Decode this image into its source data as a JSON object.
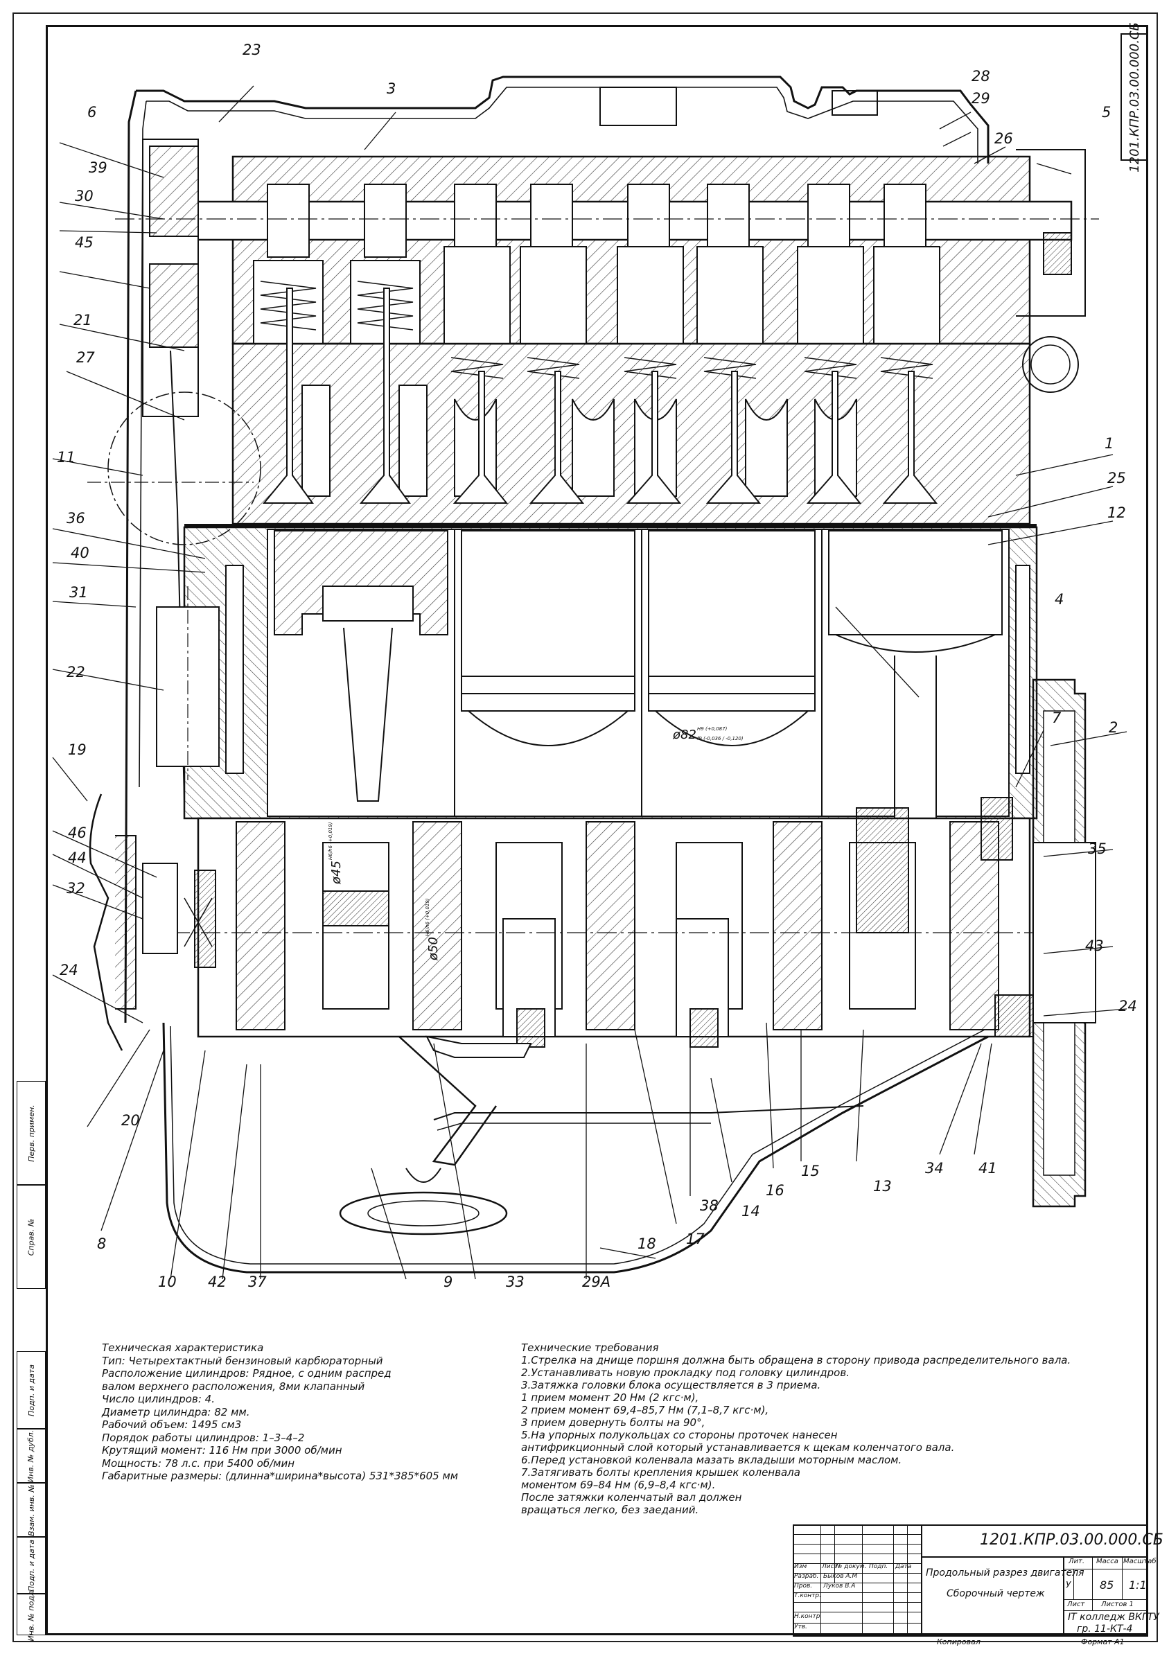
{
  "document": {
    "code": "1201.КПР.03.00.000.СБ",
    "title": "Продольный разрез двигателя",
    "doc_type": "Сборочный чертеж",
    "organization_line1": "IT колледж ВКГТУ",
    "organization_line2": "гр. 11-КТ-4",
    "mass": "85",
    "scale": "1:1",
    "sheet": "Лист",
    "sheets": "Листов  1",
    "copied": "Копировал",
    "format": "Формат  А1"
  },
  "title_block_labels": {
    "izm": "Изм",
    "list": "Лист",
    "doc_no": "№ докум.",
    "sign": "Подп.",
    "date": "Дата",
    "razrab": "Разраб.",
    "prov": "Пров.",
    "tkontr": "Т.контр.",
    "nkontr": "Н.контр.",
    "utv": "Утв.",
    "razrab_name": "Быков А.М",
    "prov_name": "Луков В.А",
    "lit": "Лит.",
    "massa": "Масса",
    "masshtab": "Масштаб",
    "u": "У"
  },
  "side_strip": {
    "perv_primen": "Перв. примен.",
    "sprav_no": "Справ. №",
    "podp_data_1": "Подп. и дата",
    "inv_dubl": "Инв. № дубл.",
    "vzam_inv": "Взам. инв. №",
    "podp_data_2": "Подп. и дата",
    "inv_podl": "Инв. № подл."
  },
  "dimensions": {
    "bore": "ø82",
    "bore_tol_upper": "H9 (+0,087)",
    "bore_tol_lower": "f9 (-0,036 / -0,120)",
    "pin": "ø45",
    "pin_tol": "H6/h6 (+0,019)",
    "journal": "ø50",
    "journal_tol": "H6/h6 (+0,019)"
  },
  "callouts": [
    "23",
    "3",
    "28",
    "29",
    "5",
    "6",
    "39",
    "30",
    "45",
    "26",
    "21",
    "27",
    "11",
    "36",
    "40",
    "31",
    "22",
    "19",
    "46",
    "44",
    "32",
    "24",
    "1",
    "25",
    "12",
    "4",
    "2",
    "7",
    "35",
    "43",
    "24",
    "20",
    "8",
    "10",
    "42",
    "37",
    "9",
    "33",
    "29А",
    "18",
    "17",
    "38",
    "14",
    "16",
    "15",
    "13",
    "34",
    "41"
  ],
  "tech_characteristics": {
    "heading": "Техническая характеристика",
    "lines": [
      "Тип: Четырехтактный бензиновый карбюраторный",
      "Расположение цилиндров: Рядное, с одним распред",
      "валом верхнего расположения, 8ми клапанный",
      "Число цилиндров: 4.",
      "Диаметр цилиндра: 82 мм.",
      "Рабочий объем: 1495 см3",
      "Порядок работы цилиндров: 1–3–4–2",
      "Крутящий момент:  116 Нм при 3000 об/мин",
      "Мощность: 78 л.с. при 5400 об/мин",
      "Габаритные размеры: (длинна*ширина*высота) 531*385*605 мм"
    ]
  },
  "tech_requirements": {
    "heading": "Технические требования",
    "lines": [
      "1.Стрелка на днище поршня должна быть обращена в сторону привода распределительного вала.",
      "2.Устанавливать новую прокладку под головку цилиндров.",
      "3.Затяжка головки блока осуществляется в 3 приема.",
      "1 прием  момент 20 Нм (2 кгс·м),",
      "2 прием момент 69,4–85,7 Нм (7,1–8,7 кгс·м),",
      "3 прием  довернуть болты на 90°,",
      "5.На упорных полукольцах со стороны проточек нанесен",
      "антифрикционный слой который устанавливается к щекам коленчатого вала.",
      "6.Перед установкой коленвала мазать вкладыши моторным маслом.",
      "7.Затягивать болты крепления крышек коленвала",
      "моментом 69–84 Нм (6,9–8,4 кгс·м).",
      "После затяжки  коленчатый вал должен",
      "вращаться легко, без заеданий."
    ]
  }
}
